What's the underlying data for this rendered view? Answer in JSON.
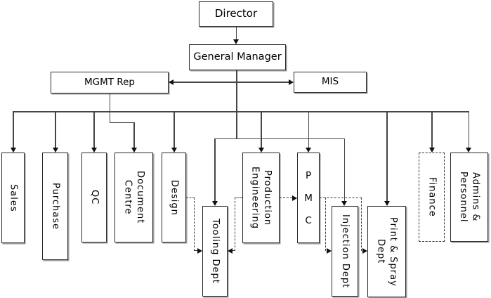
{
  "diagram_type": "organization-chart",
  "nodes": {
    "director": {
      "label": "Director"
    },
    "general_manager": {
      "label": "General Manager"
    },
    "mgmt_rep": {
      "label": "MGMT Rep"
    },
    "mis": {
      "label": "MIS"
    },
    "sales": {
      "label": "Sales"
    },
    "purchase": {
      "label": "Purchase"
    },
    "qc": {
      "label": "QC"
    },
    "document_centre": {
      "label": "Document\nCentre"
    },
    "design": {
      "label": "Design"
    },
    "tooling_dept": {
      "label": "Tooling Dept"
    },
    "production_engineering": {
      "label": "Production\nEngineering"
    },
    "pmc": {
      "label": "P M C"
    },
    "injection_dept": {
      "label": "Injection Dept"
    },
    "print_spray_dept": {
      "label": "Print & Spray\nDept"
    },
    "finance": {
      "label": "Finance",
      "border_style": "dashed"
    },
    "admins_personnel": {
      "label": "Admins &\nPersonnel"
    }
  },
  "edges": [
    {
      "from": "director",
      "to": "general_manager",
      "style": "solid"
    },
    {
      "from": "mgmt_rep",
      "to": "mis",
      "style": "solid",
      "bidirectional": true
    },
    {
      "from": "general_manager",
      "to": "sales",
      "style": "solid"
    },
    {
      "from": "general_manager",
      "to": "purchase",
      "style": "solid"
    },
    {
      "from": "general_manager",
      "to": "qc",
      "style": "solid"
    },
    {
      "from": "mgmt_rep",
      "to": "document_centre",
      "style": "solid"
    },
    {
      "from": "general_manager",
      "to": "design",
      "style": "solid"
    },
    {
      "from": "general_manager",
      "to": "tooling_dept",
      "style": "solid"
    },
    {
      "from": "general_manager",
      "to": "production_engineering",
      "style": "solid"
    },
    {
      "from": "general_manager",
      "to": "pmc",
      "style": "solid"
    },
    {
      "from": "general_manager",
      "to": "injection_dept",
      "style": "solid"
    },
    {
      "from": "general_manager",
      "to": "print_spray_dept",
      "style": "solid"
    },
    {
      "from": "general_manager",
      "to": "finance",
      "style": "solid"
    },
    {
      "from": "general_manager",
      "to": "admins_personnel",
      "style": "solid"
    },
    {
      "from": "design",
      "to": "tooling_dept",
      "style": "dashed"
    },
    {
      "from": "production_engineering",
      "to": "tooling_dept",
      "style": "dashed"
    },
    {
      "from": "production_engineering",
      "to": "pmc",
      "style": "dashed"
    },
    {
      "from": "pmc",
      "to": "injection_dept",
      "style": "dashed"
    },
    {
      "from": "pmc",
      "to": "print_spray_dept",
      "style": "dashed"
    }
  ],
  "colors": {
    "background": "#ffffff",
    "box_fill": "#ffffff",
    "box_border": "#2b2b2b",
    "line": "#454545",
    "arrow": "#101010",
    "text": "#000000"
  }
}
